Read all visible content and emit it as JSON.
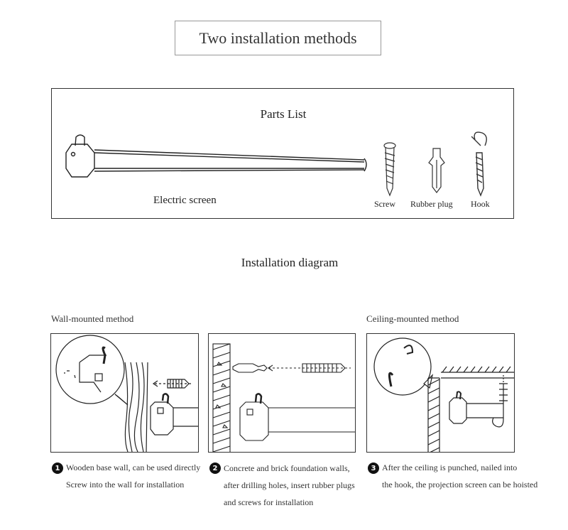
{
  "header": {
    "title": "Two installation methods"
  },
  "parts": {
    "title": "Parts List",
    "screen_label": "Electric screen",
    "screw_label": "Screw",
    "plug_label": "Rubber plug",
    "hook_label": "Hook"
  },
  "diagram": {
    "title": "Installation diagram",
    "wall_method": "Wall-mounted method",
    "ceiling_method": "Ceiling-mounted method"
  },
  "steps": [
    {
      "num": "1",
      "line1": "Wooden base wall, can be used directly",
      "line2": "Screw into the wall for installation",
      "line3": ""
    },
    {
      "num": "2",
      "line1": "Concrete and brick foundation walls,",
      "line2": "after drilling holes, insert rubber plugs",
      "line3": "and screws for installation"
    },
    {
      "num": "3",
      "line1": "After the ceiling is punched, nailed into",
      "line2": "the hook, the projection screen can be hoisted",
      "line3": ""
    }
  ]
}
